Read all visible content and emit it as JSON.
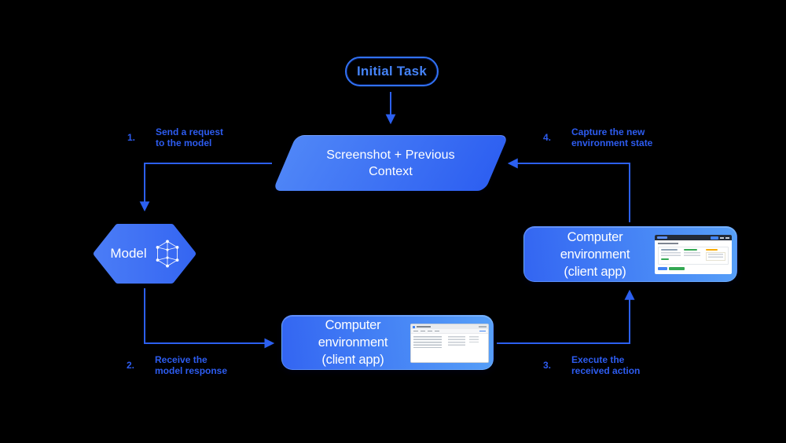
{
  "canvas": {
    "background": "#000000"
  },
  "palette": {
    "connector_blue": "#2c60f0",
    "label_blue": "#2d5cf0",
    "pill_border_blue": "#3172f5",
    "pill_text_blue": "#4583f7",
    "box_gradient_start": "#3365f2",
    "box_gradient_end": "#57a0f8",
    "parallelogram_gradient_start": "#4f86f7",
    "parallelogram_gradient_end": "#2d5ff1",
    "box_text": "#ffffff",
    "thumb_green": "#34a853",
    "thumb_orange": "#f9ab00",
    "thumb_blue": "#4285f4"
  },
  "nodes": {
    "initial_task": {
      "label": "Initial Task",
      "shape": "rounded-pill-outline"
    },
    "screenshot_context": {
      "line1": "Screenshot + Previous",
      "line2": "Context",
      "shape": "parallelogram"
    },
    "model": {
      "label": "Model",
      "icon": "network-graph-icon",
      "shape": "hexagon"
    },
    "computer_env_bottom": {
      "line1": "Computer environment",
      "line2": "(client app)",
      "thumbnail": "desktop-file-window-thumbnail",
      "shape": "rounded-rectangle"
    },
    "computer_env_right": {
      "line1": "Computer environment",
      "line2": "(client app)",
      "thumbnail": "web-app-window-thumbnail",
      "shape": "rounded-rectangle"
    }
  },
  "steps": [
    {
      "number": "1.",
      "line1": "Send a request",
      "line2": "to the model"
    },
    {
      "number": "2.",
      "line1": "Receive the",
      "line2": "model response"
    },
    {
      "number": "3.",
      "line1": "Execute the",
      "line2": "received action"
    },
    {
      "number": "4.",
      "line1": "Capture the new",
      "line2": "environment state"
    }
  ],
  "edges": [
    {
      "from": "initial-task",
      "to": "screenshot-context"
    },
    {
      "from": "screenshot-context",
      "to": "model",
      "step": "1"
    },
    {
      "from": "model",
      "to": "computer-env-bottom",
      "step": "2"
    },
    {
      "from": "computer-env-bottom",
      "to": "computer-env-right",
      "step": "3"
    },
    {
      "from": "computer-env-right",
      "to": "screenshot-context",
      "step": "4"
    }
  ]
}
